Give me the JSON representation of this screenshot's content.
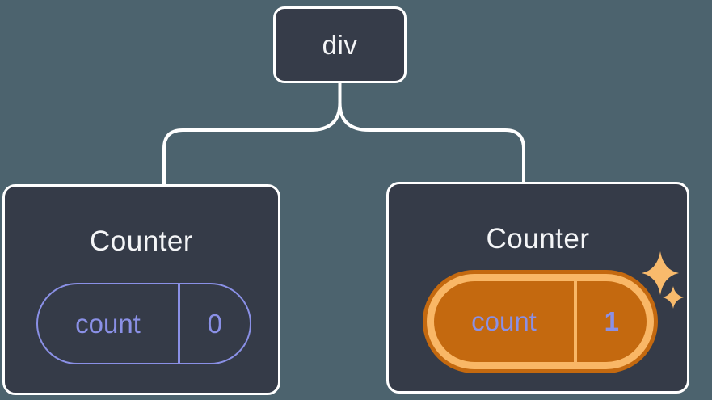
{
  "page": {
    "background_color": "#4C636E",
    "description": "Component tree diagram: div root with two Counter children"
  },
  "colors": {
    "card_background": "#353B48",
    "card_border": "#FFFFFF",
    "connector": "#FFFFFF",
    "accent_purple": "#8A90E6",
    "highlight_orange_light": "#F9B766",
    "highlight_orange_dark": "#C4690F",
    "sparkle": "#F8BA6C",
    "title_text": "#F4F5F7"
  },
  "tree": {
    "root": {
      "label": "div"
    },
    "children": [
      {
        "title": "Counter",
        "state_key": "count",
        "state_value": "0",
        "highlighted": false
      },
      {
        "title": "Counter",
        "state_key": "count",
        "state_value": "1",
        "highlighted": true
      }
    ]
  },
  "icons": {
    "sparkles": "sparkles-icon"
  }
}
